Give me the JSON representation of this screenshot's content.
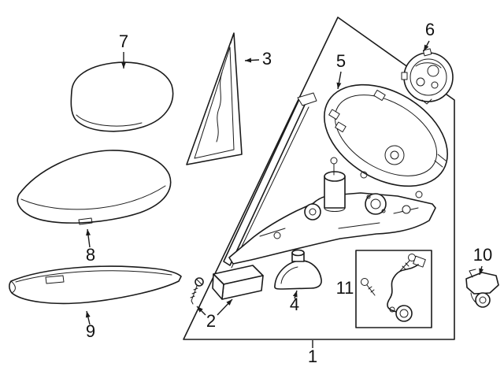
{
  "diagram": {
    "kind": "exploded-parts-diagram",
    "colors": {
      "line": "#1b1b1b",
      "background": "#ffffff",
      "label": "#111111"
    },
    "callouts": [
      {
        "label": "1",
        "part": "mirror-assembly-box"
      },
      {
        "label": "2",
        "part": "hardware-box-and-screw"
      },
      {
        "label": "3",
        "part": "corner-trim-triangle"
      },
      {
        "label": "4",
        "part": "base-gasket"
      },
      {
        "label": "5",
        "part": "housing-frame"
      },
      {
        "label": "6",
        "part": "actuator-motor"
      },
      {
        "label": "7",
        "part": "mirror-glass"
      },
      {
        "label": "8",
        "part": "mirror-cover-cap"
      },
      {
        "label": "9",
        "part": "turn-signal-lamp"
      },
      {
        "label": "10",
        "part": "side-camera"
      },
      {
        "label": "11",
        "part": "wiring-harness-kit"
      }
    ]
  }
}
